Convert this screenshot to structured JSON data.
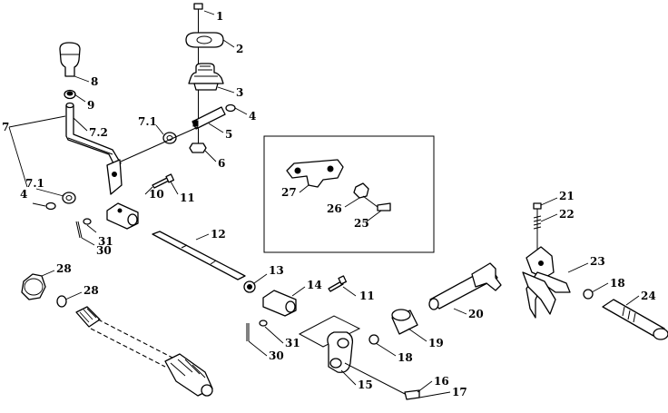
{
  "callouts": {
    "c1": "1",
    "c2": "2",
    "c3": "3",
    "c4a": "4",
    "c4b": "4",
    "c5": "5",
    "c6": "6",
    "c7": "7",
    "c71a": "7.1",
    "c71b": "7.1",
    "c72": "7.2",
    "c8": "8",
    "c9": "9",
    "c10": "10",
    "c11a": "11",
    "c11b": "11",
    "c12": "12",
    "c13": "13",
    "c14": "14",
    "c15": "15",
    "c16": "16",
    "c17": "17",
    "c18a": "18",
    "c18b": "18",
    "c19": "19",
    "c20": "20",
    "c21": "21",
    "c22": "22",
    "c23": "23",
    "c24": "24",
    "c25": "25",
    "c26": "26",
    "c27": "27",
    "c28a": "28",
    "c28b": "28",
    "c30a": "30",
    "c30b": "30",
    "c31a": "31",
    "c31b": "31"
  }
}
